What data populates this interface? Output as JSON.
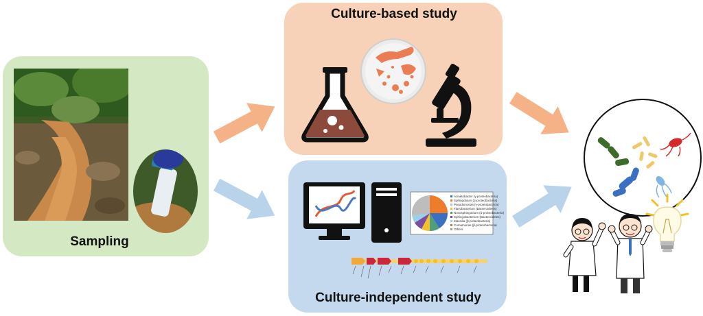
{
  "sampling": {
    "label": "Sampling",
    "photo_desc_icon": "forest-stream-photo",
    "tube_icon": "sample-tube-icon"
  },
  "culture_based": {
    "title": "Culture-based study",
    "icons": [
      "flask-icon",
      "petri-dish-icon",
      "microscope-icon"
    ]
  },
  "culture_independent": {
    "title": "Culture-independent study",
    "icons": [
      "computer-monitor-icon",
      "computer-tower-icon",
      "dna-helix-icon",
      "pie-chart-icon",
      "gene-map-icon"
    ]
  },
  "results": {
    "icons": [
      "bacteria-circle-icon",
      "scientists-icon",
      "lightbulb-icon"
    ]
  },
  "colors": {
    "sampling_bg": "#d4e8c3",
    "culture_bg": "#f8d2b8",
    "indep_bg": "#c4d9ee",
    "arrow_orange": "#f5b287",
    "arrow_blue": "#b9d3ea"
  },
  "pie_legend": [
    "Acinetobacter (γ-proteobacteria)",
    "Sphingobium (α-proteobacteria)",
    "Pseudomonas (γ-proteobacteria)",
    "Flavobacterium (Bacteroidetes)",
    "Novosphingobium (α-proteobacteria)",
    "Sphingobacterium (Bacteroidetes)",
    "Massilia (β-proteobacteria)",
    "Comamonas (β-proteobacteria)",
    "Others"
  ]
}
